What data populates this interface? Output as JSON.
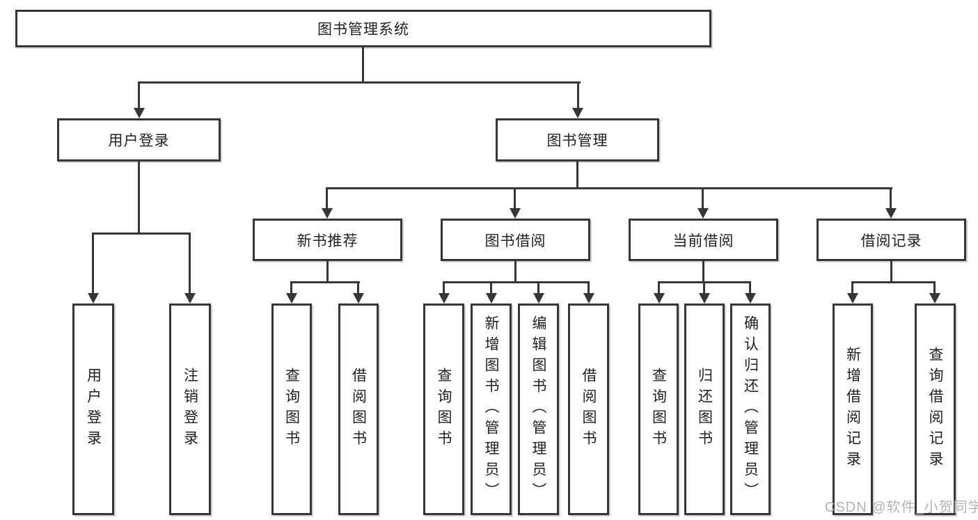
{
  "diagram": {
    "root": "图书管理系统",
    "user_login": {
      "label": "用户登录",
      "children": [
        "用户登录",
        "注销登录"
      ]
    },
    "book_mgmt": {
      "label": "图书管理",
      "sections": [
        {
          "label": "新书推荐",
          "children": [
            "查询图书",
            "借阅图书"
          ]
        },
        {
          "label": "图书借阅",
          "children": [
            "查询图书",
            "新增图书（管理员）",
            "编辑图书（管理员）",
            "借阅图书"
          ]
        },
        {
          "label": "当前借阅",
          "children": [
            "查询图书",
            "归还图书",
            "确认归还（管理员）"
          ]
        },
        {
          "label": "借阅记录",
          "children": [
            "新增借阅记录",
            "查询借阅记录"
          ]
        }
      ]
    },
    "watermark": "CSDN @软件_小贺同学",
    "colors": {
      "background": "#ffffff",
      "line": "#363636",
      "text": "#1f1f1f",
      "watermark": "#b3b3b3"
    }
  }
}
